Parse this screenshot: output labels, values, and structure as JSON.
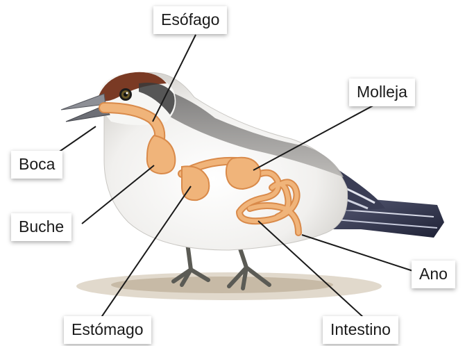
{
  "labels": {
    "esofago": "Esófago",
    "molleja": "Molleja",
    "boca": "Boca",
    "buche": "Buche",
    "ano": "Ano",
    "estomago": "Estómago",
    "intestino": "Intestino"
  },
  "colors": {
    "digestive_tract": "#f0b47a",
    "digestive_outline": "#d98a4a",
    "body": "#f4f4f2",
    "back": "#9a9898",
    "cap": "#7a3a24",
    "tail": "#2e3148",
    "leader_line": "#1a1a1a"
  }
}
